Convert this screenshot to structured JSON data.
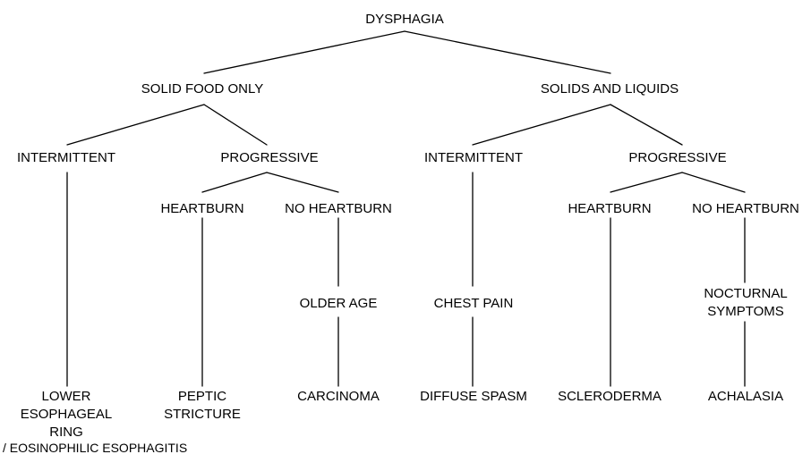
{
  "diagram": {
    "root": "DYSPHAGIA",
    "solid_food_only": {
      "label": "SOLID FOOD ONLY",
      "intermittent": {
        "label": "INTERMITTENT",
        "outcome": [
          "LOWER",
          "ESOPHAGEAL",
          "RING"
        ],
        "outcome_note": "/ EOSINOPHILIC ESOPHAGITIS"
      },
      "progressive": {
        "label": "PROGRESSIVE",
        "heartburn": {
          "label": "HEARTBURN",
          "outcome": [
            "PEPTIC",
            "STRICTURE"
          ]
        },
        "no_heartburn": {
          "label": "NO HEARTBURN",
          "intermediate": "OLDER AGE",
          "outcome": "CARCINOMA"
        }
      }
    },
    "solids_and_liquids": {
      "label": "SOLIDS AND LIQUIDS",
      "intermittent": {
        "label": "INTERMITTENT",
        "intermediate": "CHEST PAIN",
        "outcome": "DIFFUSE SPASM"
      },
      "progressive": {
        "label": "PROGRESSIVE",
        "heartburn": {
          "label": "HEARTBURN",
          "outcome": "SCLERODERMA"
        },
        "no_heartburn": {
          "label": "NO HEARTBURN",
          "intermediate": [
            "NOCTURNAL",
            "SYMPTOMS"
          ],
          "outcome": "ACHALASIA"
        }
      }
    }
  },
  "colors": {
    "line": "#000000",
    "text": "#000000",
    "background": "#ffffff"
  }
}
